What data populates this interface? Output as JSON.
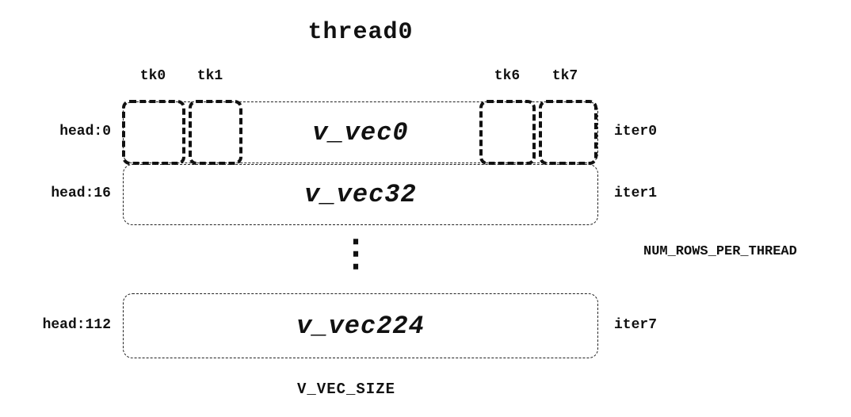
{
  "title": "thread0",
  "tk_labels": [
    "tk0",
    "tk1",
    "tk6",
    "tk7"
  ],
  "rows": [
    {
      "head": "head:0",
      "vec": "v_vec0",
      "iter": "iter0"
    },
    {
      "head": "head:16",
      "vec": "v_vec32",
      "iter": "iter1"
    },
    {
      "head": "head:112",
      "vec": "v_vec224",
      "iter": "iter7"
    }
  ],
  "ellipsis": "⋮",
  "annotations": {
    "num_rows": "NUM_ROWS_PER_THREAD",
    "v_vec_size": "V_VEC_SIZE"
  },
  "colors": {
    "ink": "#111111",
    "background": "#ffffff"
  }
}
